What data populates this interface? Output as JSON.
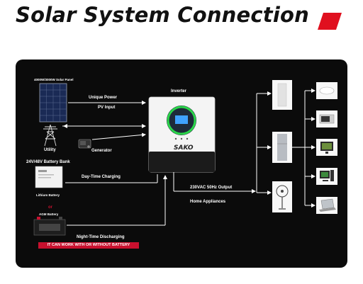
{
  "title": "Solar System Connection",
  "labels": {
    "solar_panel": "4000W/3000W Solar Panel",
    "unique_power": "Unique Power",
    "pv_input": "PV Input",
    "inverter": "Inverter",
    "utility": "Utility",
    "generator": "Generator",
    "battery_bank": "24V/48V Battery Bank",
    "day_charging": "Day-Time Charging",
    "lithium_battery": "Lithium Battery",
    "or": "or",
    "agm_battery": "AGM Battery",
    "night_discharging": "Night-Time Discharging",
    "output": "230VAC 50Hz Output",
    "home_appliances": "Home Appliances",
    "brand": "SAKO"
  },
  "warning": "IT CAN WORK WITH OR WITHOUT BATTERY",
  "colors": {
    "panel_bg": "#0b0b0b",
    "accent_red": "#c8102e",
    "line_white": "#ffffff",
    "inverter_ring": "#2bd64a"
  },
  "icons": {
    "solar_panel": "solar-panel-icon",
    "utility": "transmission-tower-icon",
    "generator": "generator-icon",
    "lithium_battery": "lithium-battery-icon",
    "agm_battery": "agm-battery-icon",
    "inverter": "inverter-icon",
    "appliances_col1": [
      "air-conditioner-icon",
      "refrigerator-icon",
      "fan-icon"
    ],
    "appliances_col2": [
      "ceiling-light-icon",
      "microwave-icon",
      "tv-icon",
      "computer-icon",
      "laptop-icon"
    ]
  }
}
